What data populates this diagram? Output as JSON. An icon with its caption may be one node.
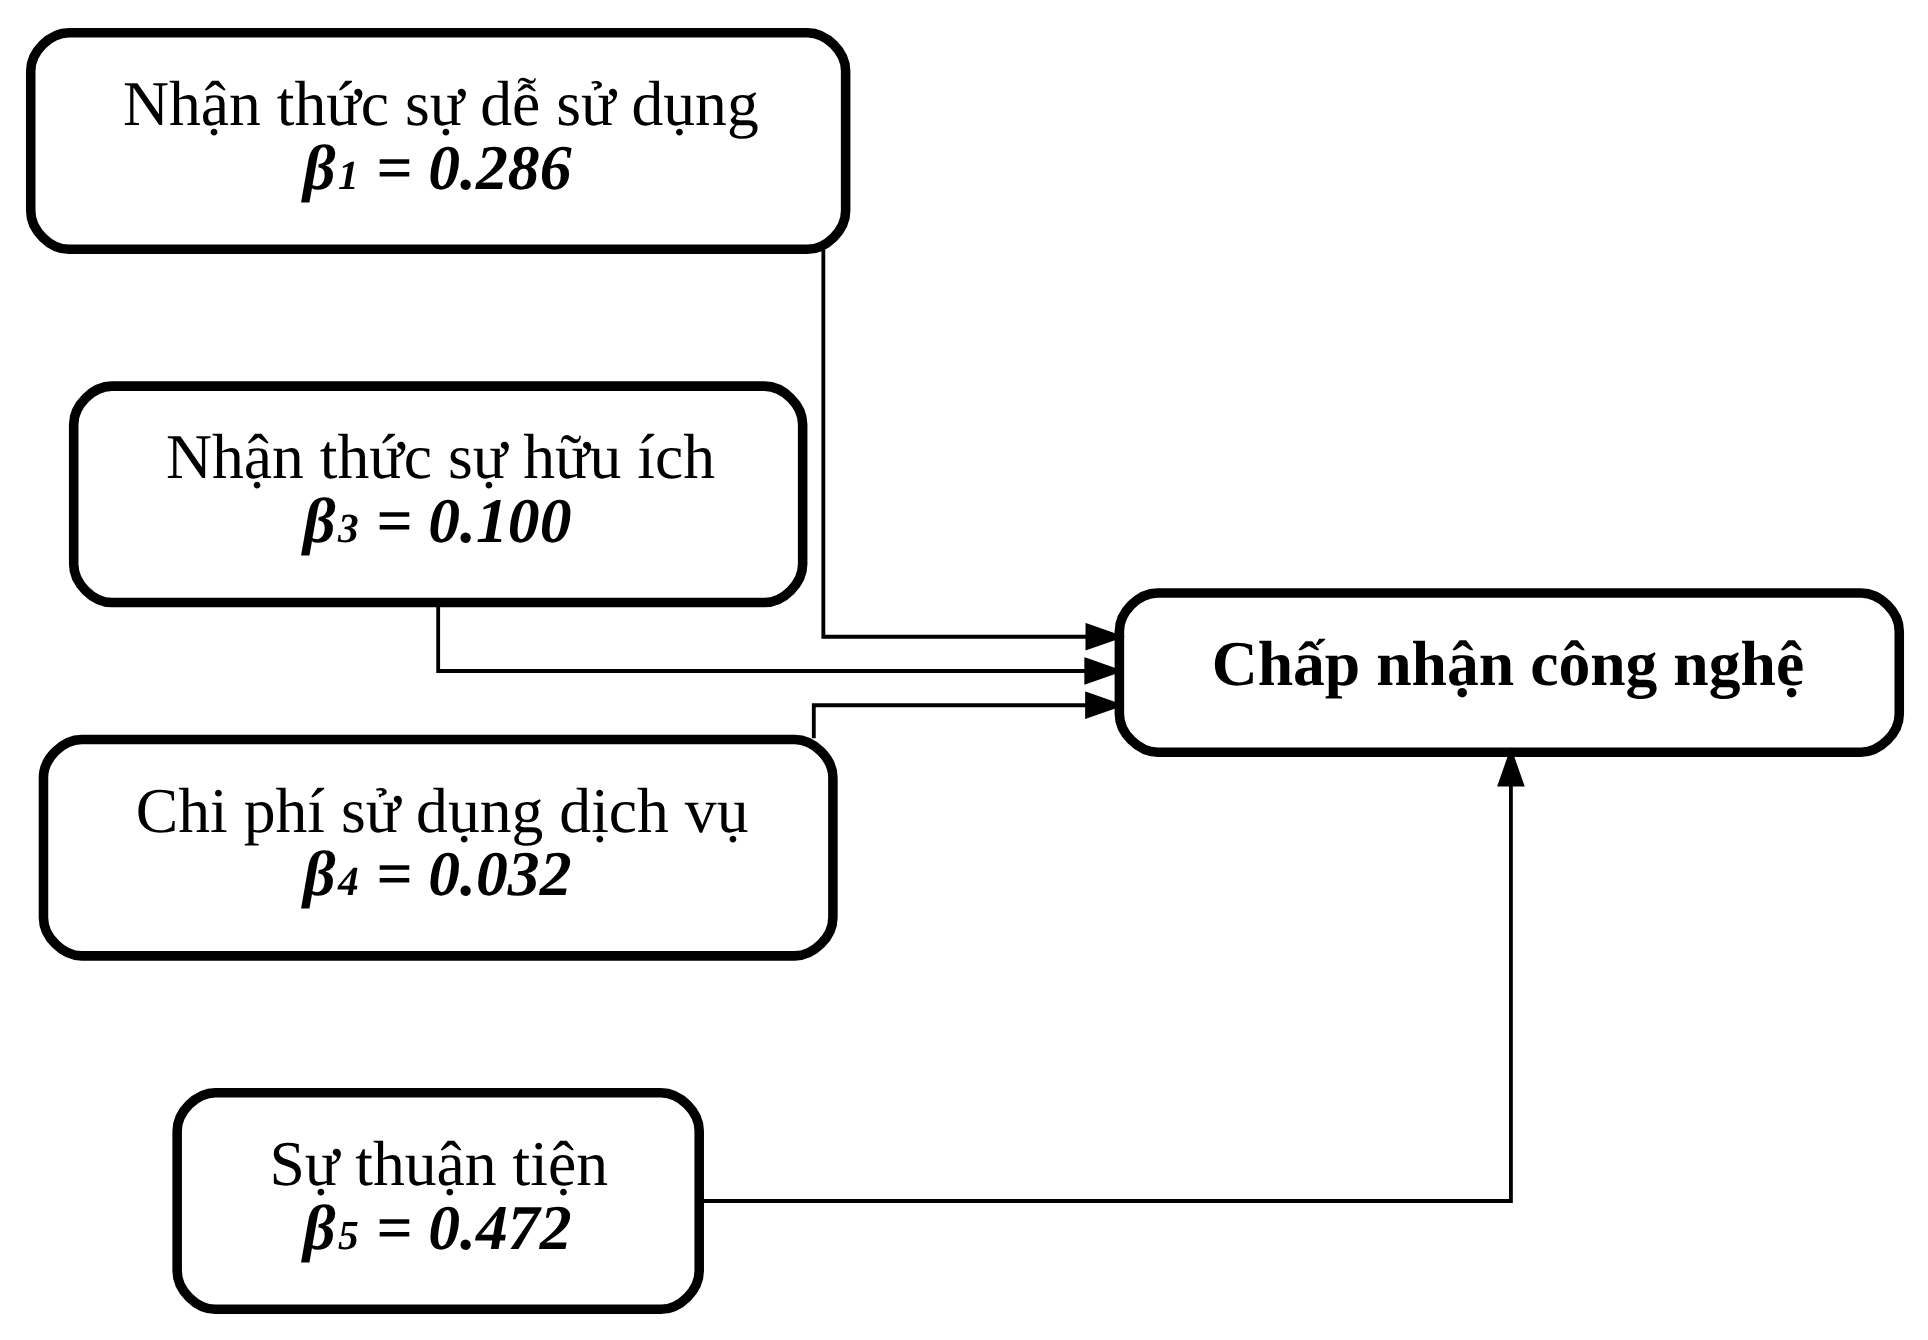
{
  "diagram": {
    "nodes": [
      {
        "text": [
          "Nhận thức sự dễ sử dụng",
          "β$_{1}$ = 0.286"
        ]
      },
      {
        "text": [
          "Nhận thức sự hữu ích",
          "β$_{3}$ = 0.100"
        ]
      },
      {
        "text": [
          "Chi phí sử dụng dịch vụ",
          "β$_{4}$ = 0.032"
        ]
      },
      {
        "text": [
          "Sự thuận tiện",
          "β$_{5}$ = 0.472"
        ]
      },
      {
        "text": [
          "Chấp nhận công nghệ"
        ]
      }
    ],
    "edges": [
      {
        "from": 0,
        "to": 4,
        "arrow": "to"
      },
      {
        "from": 1,
        "to": 4,
        "arrow": "to"
      },
      {
        "from": 2,
        "to": 4,
        "arrow": "to"
      },
      {
        "from": 3,
        "to": 4,
        "arrow": "to"
      }
    ]
  }
}
